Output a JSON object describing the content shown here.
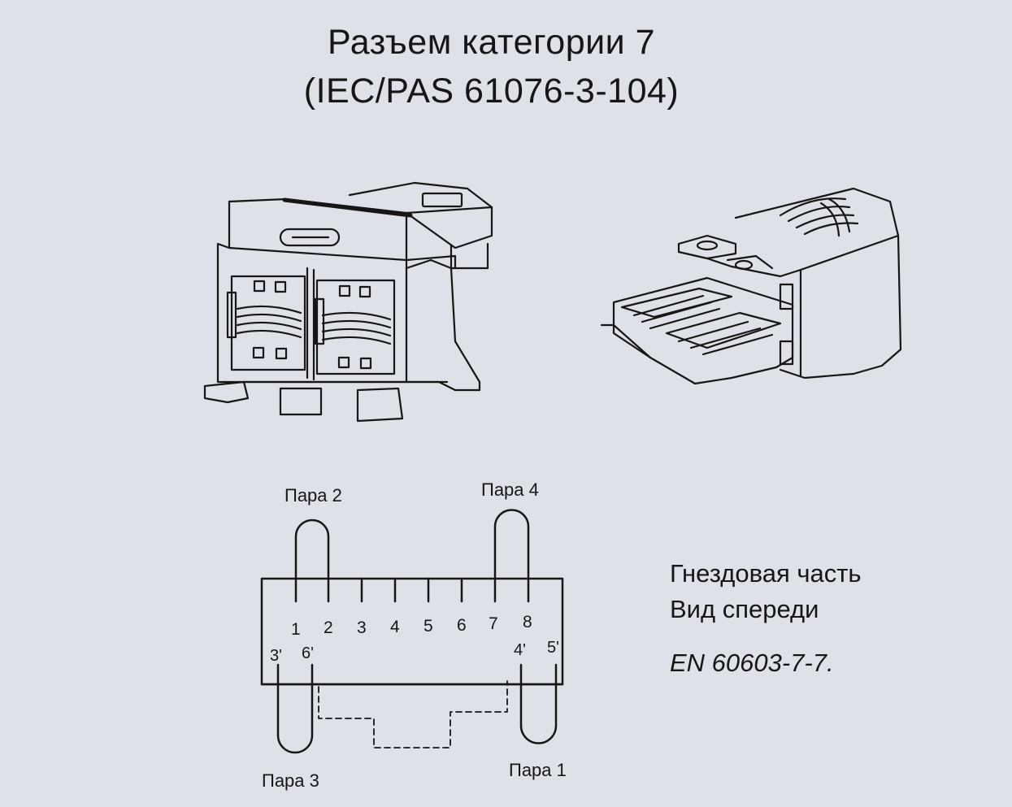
{
  "title": {
    "line1": "Разъем категории 7",
    "line2": "(IEC/PAS 61076-3-104)"
  },
  "pairs": {
    "p1": "Пара 1",
    "p2": "Пара 2",
    "p3": "Пара 3",
    "p4": "Пара 4"
  },
  "pins": [
    "1",
    "2",
    "3",
    "4",
    "5",
    "6",
    "7",
    "8"
  ],
  "alt_pins": {
    "a3": "3'",
    "a6": "6'",
    "a4": "4'",
    "a5": "5'"
  },
  "side_text": {
    "line1": "Гнездовая часть",
    "line2": "Вид спереди",
    "standard": "EN 60603-7-7."
  },
  "colors": {
    "background": "#dfe1e9",
    "ink": "#161616"
  }
}
